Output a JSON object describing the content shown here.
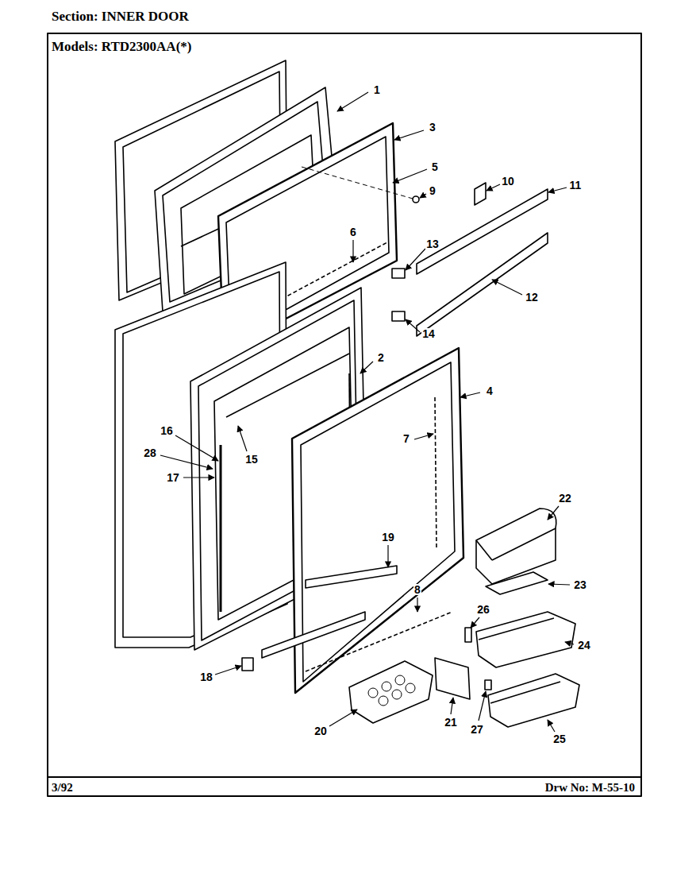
{
  "diagram": {
    "title": "Section: INNER DOOR",
    "labels": [
      "Models: RTD2300AA(*)",
      "1",
      "3",
      "5",
      "10",
      "11",
      "9",
      "6",
      "13",
      "12",
      "14",
      "2",
      "4",
      "16",
      "7",
      "28",
      "15",
      "17",
      "22",
      "19",
      "23",
      "8",
      "26",
      "24",
      "18",
      "21",
      "27",
      "20",
      "25",
      "3/92",
      "Drw No: M-55-10"
    ]
  }
}
